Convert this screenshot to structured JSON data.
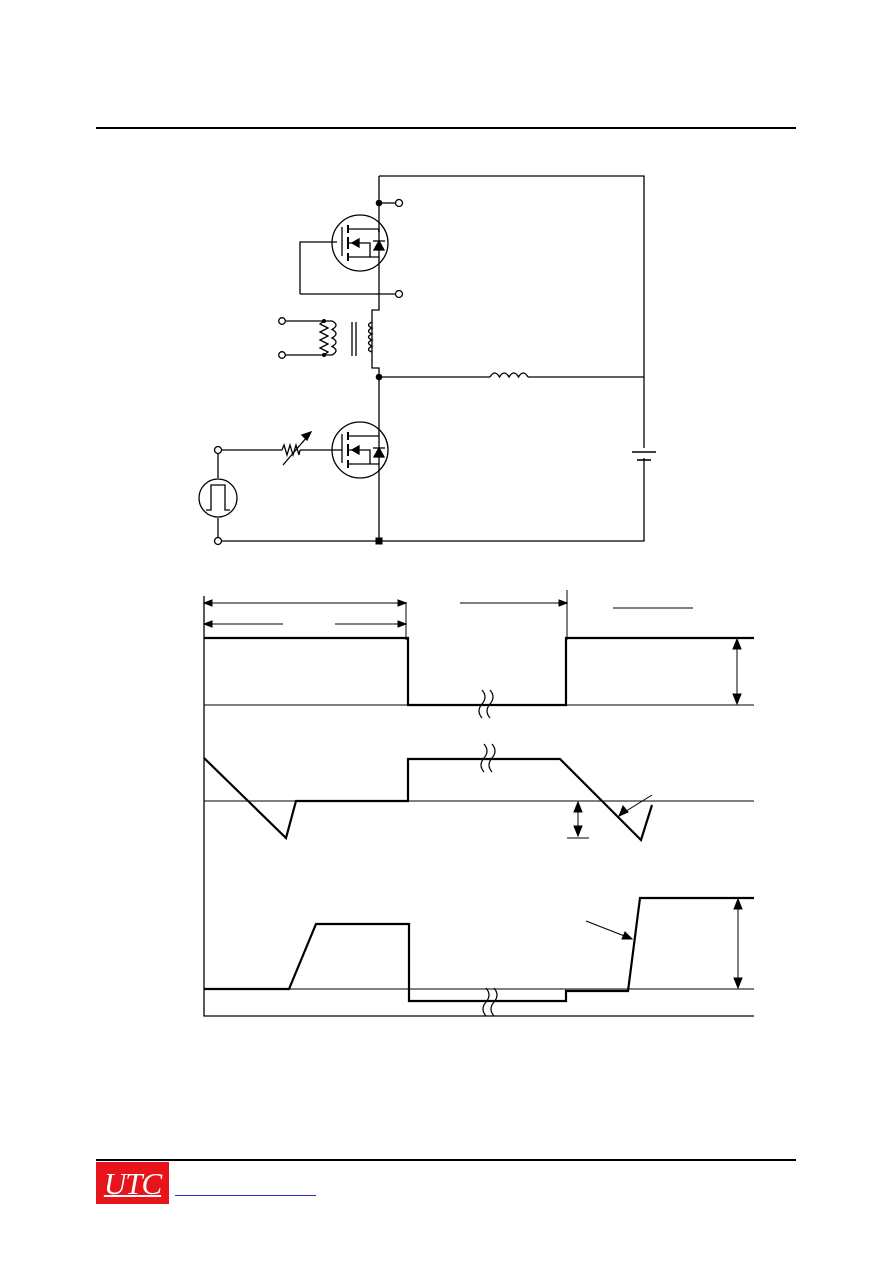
{
  "header": {},
  "footer": {
    "logo": {
      "text": "UTC",
      "background": "#e8141b",
      "color": "#ffffff"
    },
    "link_color": "#1f2fd0"
  },
  "figures": {
    "circuit": "schematic-diagram",
    "waveforms": "switching-timing-diagram"
  }
}
